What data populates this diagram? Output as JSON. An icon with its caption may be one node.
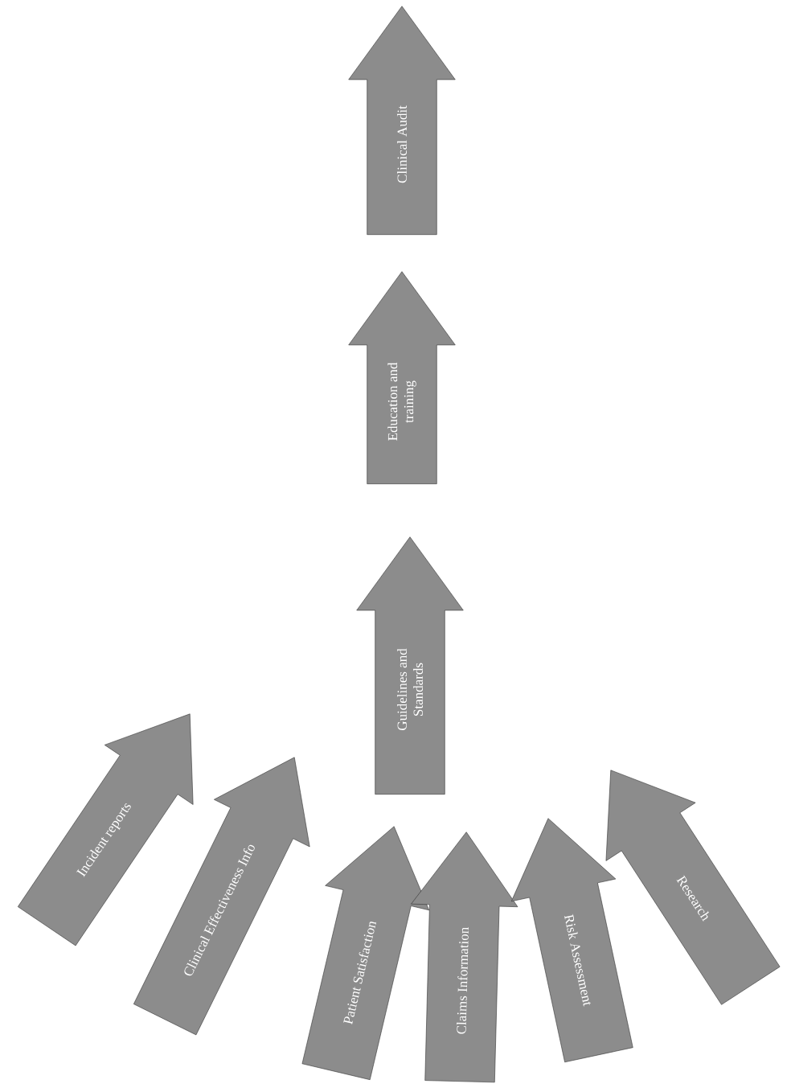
{
  "diagram": {
    "nodes": [
      {
        "text": [
          "Clinical Audit"
        ]
      },
      {
        "text": [
          "Education and training"
        ]
      },
      {
        "text": [
          "Guidelines and Standards"
        ]
      },
      {
        "text": [
          "Incident reports"
        ]
      },
      {
        "text": [
          "Clinical Effectiveness Info"
        ]
      },
      {
        "text": [
          "Patient Satisfaction"
        ]
      },
      {
        "text": [
          "Claims Information"
        ]
      },
      {
        "text": [
          "Risk Assessment"
        ]
      },
      {
        "text": [
          "Research"
        ]
      }
    ]
  }
}
